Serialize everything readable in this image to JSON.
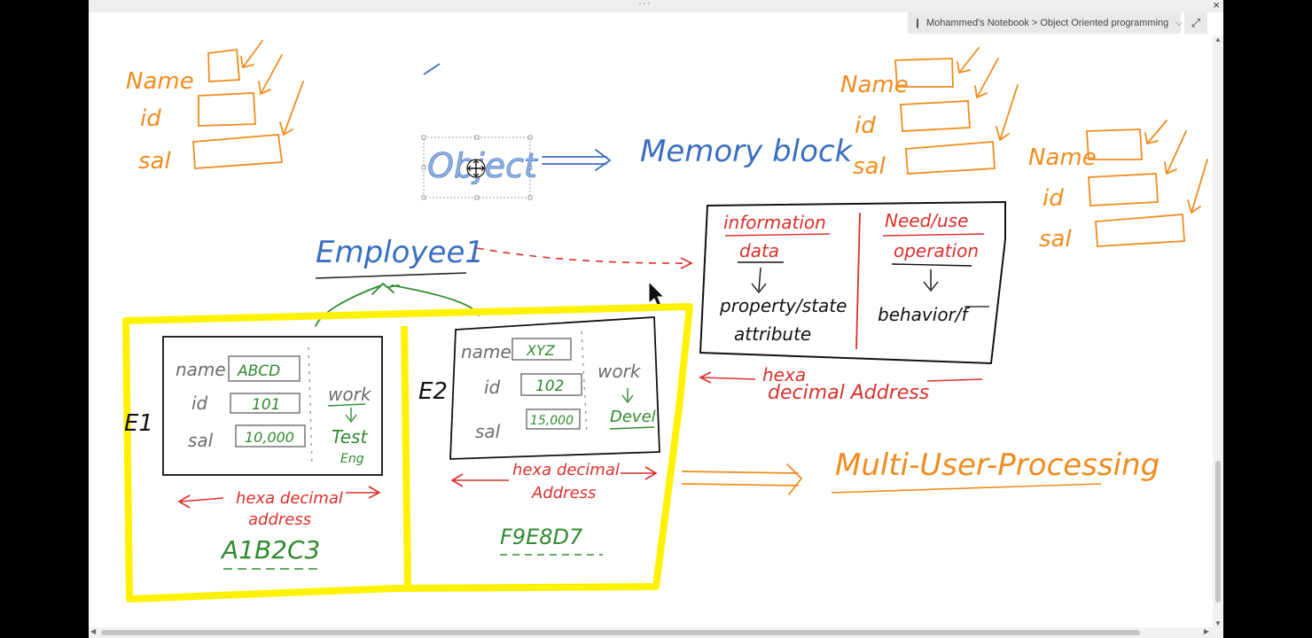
{
  "window": {
    "grip": "···",
    "close": "×",
    "breadcrumb": "Mohammed's Notebook > Object Oriented programming",
    "chevron": "⌵",
    "expand": "⤢"
  },
  "colors": {
    "orange": "#f08c1e",
    "blue": "#3a6fc0",
    "red": "#d9302c",
    "green": "#2f8a2f",
    "black": "#111111",
    "gray": "#6b6b6b",
    "highlight": "#fff200"
  },
  "ink": {
    "orange_form": {
      "name": "Name",
      "id": "id",
      "sal": "sal"
    },
    "object_word": "Object",
    "memory_block": "Memory block",
    "employee_title": "Employee1",
    "info_box": {
      "left_title_1": "information",
      "left_title_2": "data",
      "left_body_1": "property/state",
      "left_body_2": "attribute",
      "right_title_1": "Need/use",
      "right_title_2": "operation",
      "right_body": "behavior/f"
    },
    "addr_right_1": "hexa",
    "addr_right_2": "decimal Address",
    "e1": {
      "label": "E1",
      "name_label": "name",
      "name_val": "ABCD",
      "id_label": "id",
      "id_val": "101",
      "sal_label": "sal",
      "sal_val": "10,000",
      "work_label": "work",
      "work_val_1": "Test",
      "work_val_2": "Eng",
      "addr_1": "hexa decimal",
      "addr_2": "address",
      "hex": "A1B2C3"
    },
    "e2": {
      "label": "E2",
      "name_label": "name",
      "name_val": "XYZ",
      "id_label": "id",
      "id_val": "102",
      "sal_label": "sal",
      "sal_val": "15,000",
      "work_label": "work",
      "work_val": "Devel",
      "addr_1": "hexa decimal",
      "addr_2": "Address",
      "hex": "F9E8D7"
    },
    "multi_user": "Multi-User-Processing"
  }
}
